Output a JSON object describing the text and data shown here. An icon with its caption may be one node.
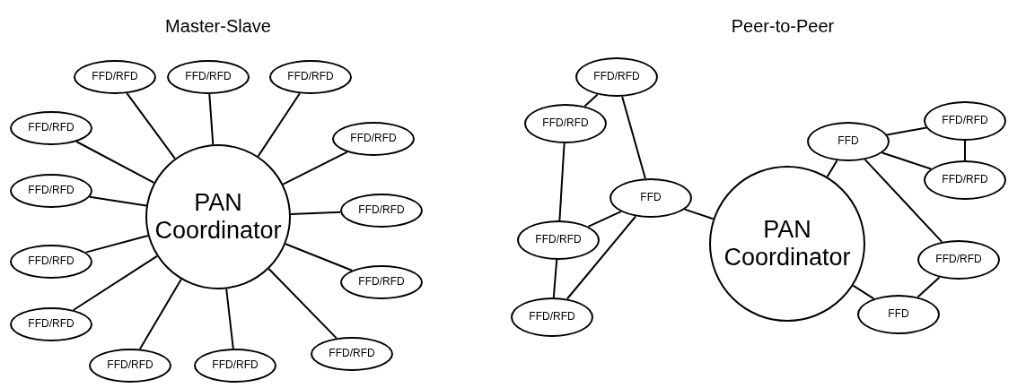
{
  "diagram": {
    "nodes": [
      {
        "text": [
          "PAN Coordinator"
        ]
      },
      {
        "text": [
          "FFD/RFD"
        ]
      },
      {
        "text": [
          "FFD/RFD"
        ]
      },
      {
        "text": [
          "FFD/RFD"
        ]
      },
      {
        "text": [
          "FFD/RFD"
        ]
      },
      {
        "text": [
          "FFD/RFD"
        ]
      },
      {
        "text": [
          "FFD/RFD"
        ]
      },
      {
        "text": [
          "FFD/RFD"
        ]
      },
      {
        "text": [
          "FFD/RFD"
        ]
      },
      {
        "text": [
          "FFD/RFD"
        ]
      },
      {
        "text": [
          "FFD/RFD"
        ]
      },
      {
        "text": [
          "FFD/RFD"
        ]
      },
      {
        "text": [
          "FFD/RFD"
        ]
      },
      {
        "text": [
          "FFD/RFD"
        ]
      },
      {
        "text": [
          "PAN Coordinator"
        ]
      },
      {
        "text": [
          "FFD/RFD"
        ]
      },
      {
        "text": [
          "FFD/RFD"
        ]
      },
      {
        "text": [
          "FFD"
        ]
      },
      {
        "text": [
          "FFD/RFD"
        ]
      },
      {
        "text": [
          "FFD/RFD"
        ]
      },
      {
        "text": [
          "FFD"
        ]
      },
      {
        "text": [
          "FFD/RFD"
        ]
      },
      {
        "text": [
          "FFD/RFD"
        ]
      },
      {
        "text": [
          "FFD/RFD"
        ]
      },
      {
        "text": [
          "FFD"
        ]
      }
    ],
    "edges": [
      {
        "from": 0,
        "to": 1,
        "arrow": "none"
      },
      {
        "from": 0,
        "to": 2,
        "arrow": "none"
      },
      {
        "from": 0,
        "to": 3,
        "arrow": "none"
      },
      {
        "from": 0,
        "to": 4,
        "arrow": "none"
      },
      {
        "from": 0,
        "to": 5,
        "arrow": "none"
      },
      {
        "from": 0,
        "to": 6,
        "arrow": "none"
      },
      {
        "from": 0,
        "to": 7,
        "arrow": "none"
      },
      {
        "from": 0,
        "to": 8,
        "arrow": "none"
      },
      {
        "from": 0,
        "to": 9,
        "arrow": "none"
      },
      {
        "from": 0,
        "to": 10,
        "arrow": "none"
      },
      {
        "from": 0,
        "to": 11,
        "arrow": "none"
      },
      {
        "from": 0,
        "to": 12,
        "arrow": "none"
      },
      {
        "from": 0,
        "to": 13,
        "arrow": "none"
      },
      {
        "from": 15,
        "to": 16,
        "arrow": "none"
      },
      {
        "from": 15,
        "to": 17,
        "arrow": "none"
      },
      {
        "from": 16,
        "to": 18,
        "arrow": "none"
      },
      {
        "from": 17,
        "to": 18,
        "arrow": "none"
      },
      {
        "from": 17,
        "to": 19,
        "arrow": "none"
      },
      {
        "from": 18,
        "to": 19,
        "arrow": "none"
      },
      {
        "from": 17,
        "to": 14,
        "arrow": "none"
      },
      {
        "from": 20,
        "to": 14,
        "arrow": "none"
      },
      {
        "from": 20,
        "to": 21,
        "arrow": "none"
      },
      {
        "from": 20,
        "to": 22,
        "arrow": "none"
      },
      {
        "from": 21,
        "to": 22,
        "arrow": "none"
      },
      {
        "from": 20,
        "to": 23,
        "arrow": "none"
      },
      {
        "from": 23,
        "to": 24,
        "arrow": "none"
      },
      {
        "from": 14,
        "to": 24,
        "arrow": "none"
      }
    ],
    "labels": [
      "Master-Slave",
      "Peer-to-Peer"
    ]
  }
}
